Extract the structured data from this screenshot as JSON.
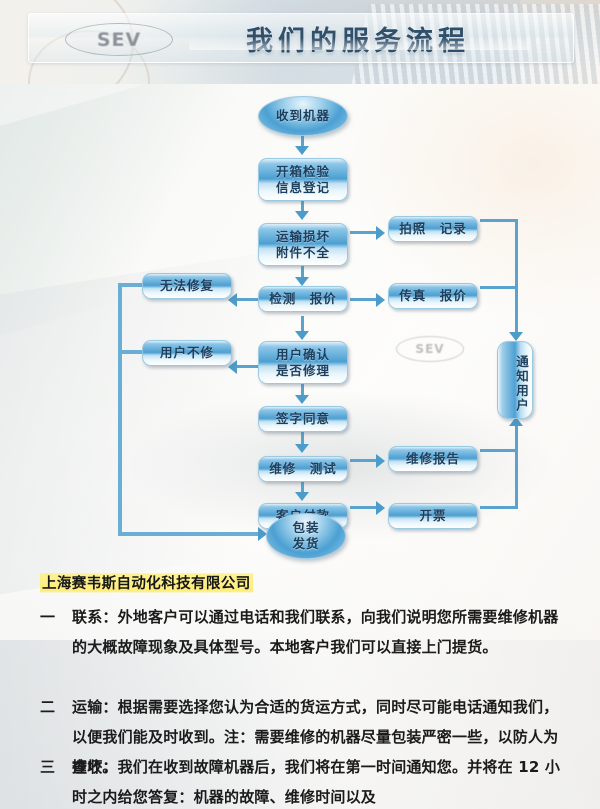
{
  "header": {
    "logo_text": "SEV",
    "title": "我们的服务流程"
  },
  "watermark": {
    "text": "SEV"
  },
  "flowchart": {
    "nodes": [
      {
        "id": "receive",
        "label": "收到机器",
        "lines": [
          "收到机器"
        ],
        "shape": "ellipse"
      },
      {
        "id": "unpack",
        "label": "开箱检验 信息登记",
        "lines": [
          "开箱检验",
          "信息登记"
        ],
        "shape": "box"
      },
      {
        "id": "damage",
        "label": "运输损坏 附件不全",
        "lines": [
          "运输损坏",
          "附件不全"
        ],
        "shape": "box"
      },
      {
        "id": "photo",
        "label": "拍照　记录",
        "lines": [
          "拍照　记录"
        ],
        "shape": "box"
      },
      {
        "id": "inspect",
        "label": "检测　报价",
        "lines": [
          "检测　报价"
        ],
        "shape": "box"
      },
      {
        "id": "fax",
        "label": "传真　报价",
        "lines": [
          "传真　报价"
        ],
        "shape": "box"
      },
      {
        "id": "unrepairable",
        "label": "无法修复",
        "lines": [
          "无法修复"
        ],
        "shape": "box"
      },
      {
        "id": "confirm",
        "label": "用户确认 是否修理",
        "lines": [
          "用户确认",
          "是否修理"
        ],
        "shape": "box"
      },
      {
        "id": "norepair",
        "label": "用户不修",
        "lines": [
          "用户不修"
        ],
        "shape": "box"
      },
      {
        "id": "notify",
        "label": "通知用户",
        "lines": [
          "通知用户"
        ],
        "shape": "vertical"
      },
      {
        "id": "sign",
        "label": "签字同意",
        "lines": [
          "签字同意"
        ],
        "shape": "box"
      },
      {
        "id": "repair",
        "label": "维修　测试",
        "lines": [
          "维修　测试"
        ],
        "shape": "box"
      },
      {
        "id": "report",
        "label": "维修报告",
        "lines": [
          "维修报告"
        ],
        "shape": "box"
      },
      {
        "id": "payment",
        "label": "客户付款",
        "lines": [
          "客户付款"
        ],
        "shape": "box"
      },
      {
        "id": "invoice",
        "label": "开票",
        "lines": [
          "开票"
        ],
        "shape": "box"
      },
      {
        "id": "ship",
        "label": "包装 发货",
        "lines": [
          "包装",
          "发货"
        ],
        "shape": "ellipse"
      }
    ],
    "colors": {
      "node_fill": "#4c9fd2",
      "node_text": "#1d3f5e",
      "connector": "#5ba3cf",
      "arrow": "#4b9ccb"
    }
  },
  "content": {
    "company_name": "上海赛韦斯自动化科技有限公司",
    "items": [
      {
        "num": "一",
        "text": "联系：外地客户可以通过电话和我们联系，向我们说明您所需要维修机器的大概故障现象及具体型号。本地客户我们可以直接上门提货。"
      },
      {
        "num": "二",
        "text": "运输：根据需要选择您认为合适的货运方式，同时尽可能电话通知我们，以便我们能及时收到。注：需要维修的机器尽量包装严密一些，以防人为撞坏。"
      },
      {
        "num": "三",
        "text": "查收：我们在收到故障机器后，我们将在第一时间通知您。并将在 12 小时之内给您答复：机器的故障、维修时间以及"
      }
    ],
    "highlight_color": "#ffec6e"
  }
}
